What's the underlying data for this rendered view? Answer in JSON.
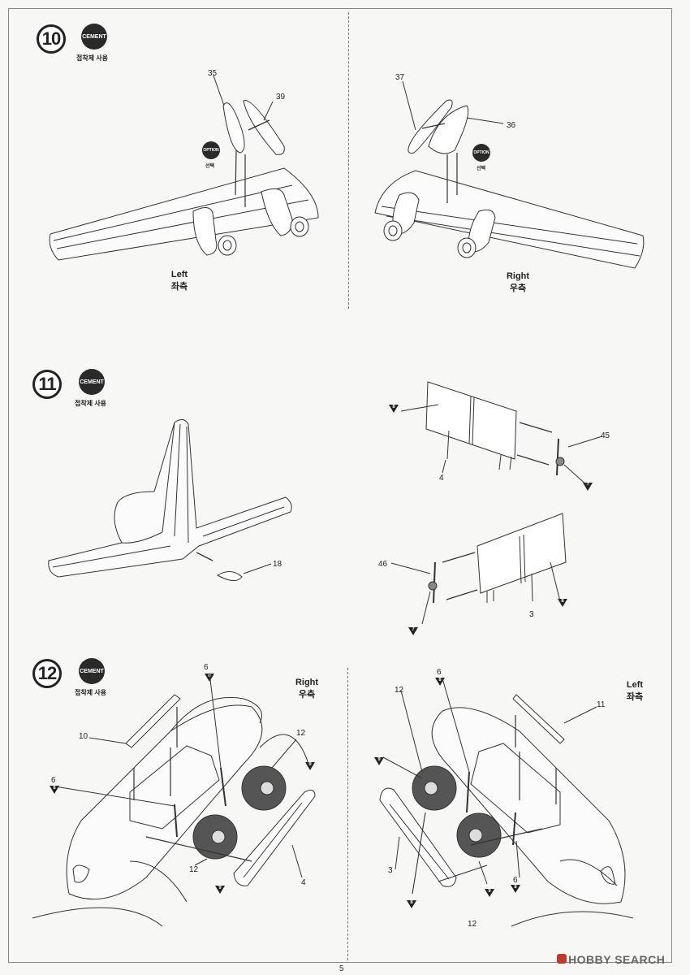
{
  "steps": [
    {
      "number": "10",
      "cement": "CEMENT",
      "cement_sub": "접착제 사용"
    },
    {
      "number": "11",
      "cement": "CEMENT",
      "cement_sub": "접착제 사용"
    },
    {
      "number": "12",
      "cement": "CEMENT",
      "cement_sub": "접착제 사용"
    }
  ],
  "options": [
    {
      "label": "OPTION",
      "sub": "선택"
    },
    {
      "label": "OPTION",
      "sub": "선택"
    }
  ],
  "side_labels": {
    "left_en": "Left",
    "left_ko": "좌측",
    "right_en": "Right",
    "right_ko": "우측"
  },
  "part_numbers": {
    "p35": "35",
    "p39": "39",
    "p37": "37",
    "p36": "36",
    "p45": "45",
    "p4": "4",
    "p18": "18",
    "p46": "46",
    "p3": "3",
    "p10": "10",
    "p6": "6",
    "p12": "12",
    "p11": "11"
  },
  "color_codes": {
    "c8": "8",
    "c7": "7",
    "c9": "9"
  },
  "footer": {
    "page_number": "5",
    "watermark": "HOBBY SEARCH"
  }
}
